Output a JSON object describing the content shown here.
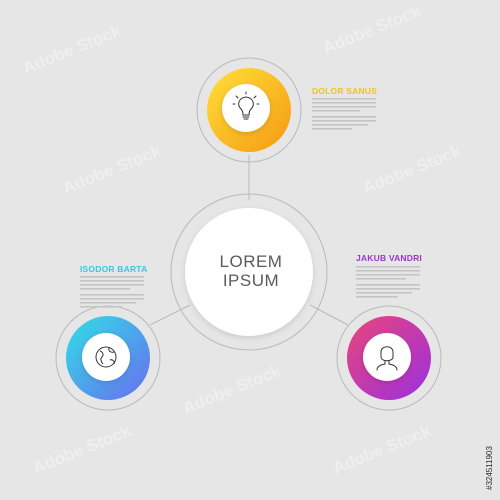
{
  "center": {
    "line1": "LOREM",
    "line2": "IPSUM"
  },
  "items": [
    {
      "title": "DOLOR SANUS",
      "color": "#f0c321",
      "icon": "lightbulb-icon"
    },
    {
      "title": "ISODOR BARTA",
      "color": "#3ec3e6",
      "icon": "globe-icon"
    },
    {
      "title": "JAKUB VANDRI",
      "color": "#9a35d0",
      "icon": "person-icon"
    }
  ],
  "gradients": {
    "top": [
      "#ffe03a",
      "#f59a12"
    ],
    "left": [
      "#2fe0e6",
      "#6a6cf0"
    ],
    "right": [
      "#e9467a",
      "#9b2fe0"
    ]
  },
  "watermark": {
    "text": "Adobe Stock"
  },
  "stock_id": "#324511903"
}
